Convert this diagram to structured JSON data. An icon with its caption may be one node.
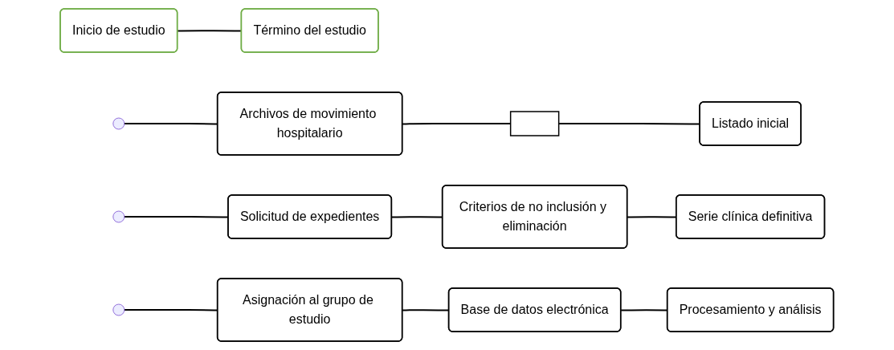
{
  "diagram": {
    "nodes": [
      {
        "text": [
          "Inicio de estudio"
        ]
      },
      {
        "text": [
          "Término del estudio"
        ]
      },
      {
        "text": [
          "Archivos de movimiento hospitalario"
        ]
      },
      {
        "text": [],
        "shape": "box"
      },
      {
        "text": [
          "Listado inicial"
        ]
      },
      {
        "text": [
          "Solicitud de expedientes"
        ]
      },
      {
        "text": [
          "Criterios de no inclusión y eliminación"
        ]
      },
      {
        "text": [
          "Serie clínica definitiva"
        ]
      },
      {
        "text": [
          "Asignación al grupo de estudio"
        ]
      },
      {
        "text": [
          "Base de datos electrónica"
        ]
      },
      {
        "text": [
          "Procesamiento y análisis"
        ]
      }
    ],
    "edges": [
      {
        "from": 0,
        "to": 1,
        "arrow": "none"
      },
      {
        "from": null,
        "to": 2,
        "arrow": "none"
      },
      {
        "from": 2,
        "to": 3,
        "arrow": "none"
      },
      {
        "from": 3,
        "to": 4,
        "arrow": "none"
      },
      {
        "from": null,
        "to": 5,
        "arrow": "none"
      },
      {
        "from": 5,
        "to": 6,
        "arrow": "none"
      },
      {
        "from": 6,
        "to": 7,
        "arrow": "none"
      },
      {
        "from": null,
        "to": 8,
        "arrow": "none"
      },
      {
        "from": 8,
        "to": 9,
        "arrow": "none"
      },
      {
        "from": 9,
        "to": 10,
        "arrow": "none"
      }
    ]
  }
}
